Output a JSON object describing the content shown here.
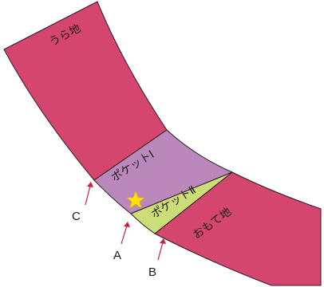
{
  "diagram": {
    "colors": {
      "outer_panel": "#d5466f",
      "pocket_1": "#bb88bb",
      "pocket_2": "#ccdd77",
      "outline": "#2b1a22",
      "pointer": "#cc1f3a",
      "star": "#ffe100"
    },
    "panels": {
      "ura_ji": "うら地",
      "pocket_1": "ポケットⅠ",
      "pocket_2": "ポケットⅡ",
      "omote_ji": "おもて地"
    },
    "markers": {
      "a": "A",
      "b": "B",
      "c": "C"
    },
    "star_icon": "star-icon"
  }
}
